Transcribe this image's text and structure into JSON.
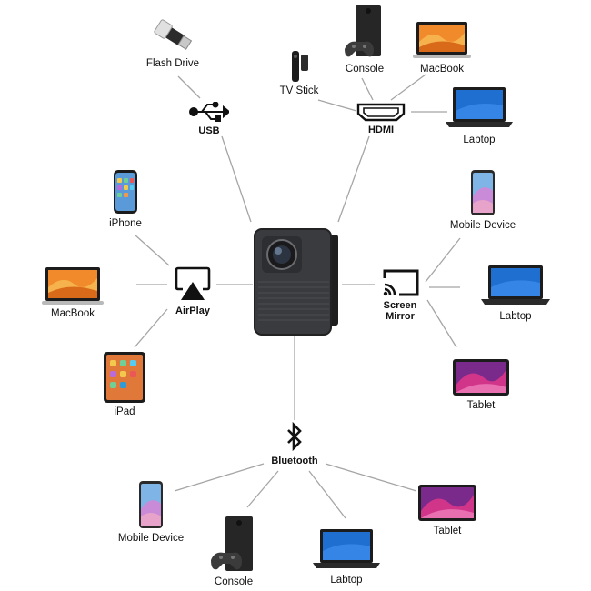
{
  "hubs": {
    "usb": "USB",
    "hdmi": "HDMI",
    "airplay": "AirPlay",
    "screen_mirror_line1": "Screen",
    "screen_mirror_line2": "Mirror",
    "bluetooth": "Bluetooth"
  },
  "devices": {
    "flash_drive": "Flash Drive",
    "tv_stick": "TV Stick",
    "console_top": "Console",
    "macbook_top": "MacBook",
    "laptop_hdmi": "Labtop",
    "iphone": "iPhone",
    "macbook_left": "MacBook",
    "ipad": "iPad",
    "mobile_right": "Mobile Device",
    "laptop_right": "Labtop",
    "tablet_right": "Tablet",
    "mobile_bottom": "Mobile Device",
    "console_bottom": "Console",
    "laptop_bottom": "Labtop",
    "tablet_bottom": "Tablet"
  },
  "icons": [
    "usb-icon",
    "hdmi-icon",
    "airplay-icon",
    "screen-mirror-icon",
    "bluetooth-icon",
    "projector-icon"
  ],
  "colors": {
    "line": "#9a9a9a",
    "screen_orange": "#f08a2a",
    "screen_blue": "#1e6fd0",
    "tablet_pink": "#d0358a",
    "device_dark": "#2a2a2a"
  }
}
